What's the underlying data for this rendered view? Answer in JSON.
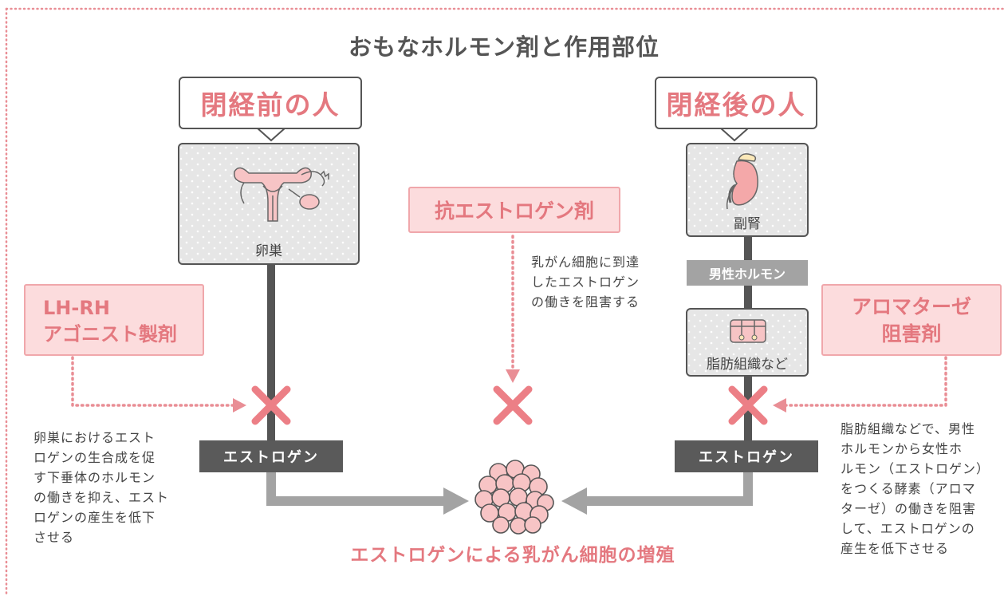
{
  "title": "おもなホルモン剤と作用部位",
  "premenopausal": {
    "label": "閉経前の人",
    "organ": "卵巣",
    "drug": [
      "LH-RH",
      "アゴニスト製剤"
    ],
    "hormone": "エストロゲン",
    "note": [
      "卵巣におけるエスト",
      "ロゲンの生合成を促",
      "す下垂体のホルモン",
      "の働きを抑え、エスト",
      "ロゲンの産生を低下",
      "させる"
    ]
  },
  "antiestrogen": {
    "drug": "抗エストロゲン剤",
    "note": [
      "乳がん細胞に到達",
      "したエストロゲン",
      "の働きを阻害する"
    ]
  },
  "postmenopausal": {
    "label": "閉経後の人",
    "organ": "副腎",
    "intermediate": "男性ホルモン",
    "tissue": "脂肪組織など",
    "drug": [
      "アロマターゼ",
      "阻害剤"
    ],
    "hormone": "エストロゲン",
    "note": [
      "脂肪組織などで、男性",
      "ホルモンから女性ホ",
      "ルモン（エストロゲン）",
      "をつくる酵素（アロマ",
      "ターゼ）の働きを阻害",
      "して、エストロゲンの",
      "産生を低下させる"
    ]
  },
  "result": "エストロゲンによる乳がん細胞の増殖",
  "colors": {
    "accent_pink": "#e4787f",
    "box_pink": "#fcdcdd",
    "dark_grey": "#5a5a5a",
    "mid_grey": "#a3a3a3"
  },
  "icons": {
    "block": "x-mark-icon",
    "ovary": "uterus-ovary-icon",
    "adrenal": "adrenal-gland-icon",
    "fat": "fat-tissue-icon",
    "cells": "cancer-cell-cluster-icon"
  }
}
